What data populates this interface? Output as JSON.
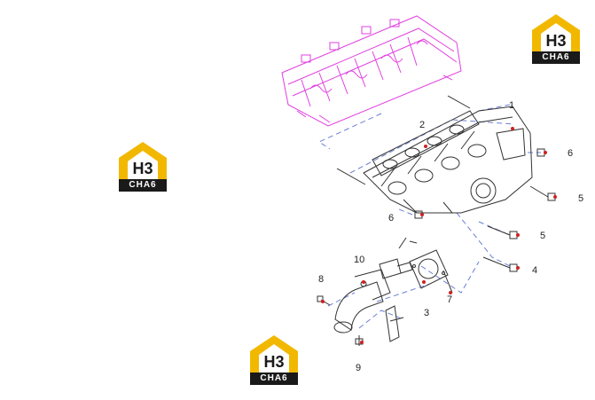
{
  "logos": [
    {
      "monogram": "H3",
      "brand": "CHA6"
    },
    {
      "monogram": "H3",
      "brand": "CHA6"
    },
    {
      "monogram": "H3",
      "brand": "CHA6"
    }
  ],
  "callouts": [
    "1",
    "2",
    "3",
    "4",
    "5",
    "5",
    "6",
    "6",
    "7",
    "8",
    "9",
    "10"
  ],
  "colors": {
    "logo_yellow": "#f2b800",
    "logo_black": "#1a1a1a",
    "head_magenta": "#e040e0",
    "leader_blue": "#6a7fd6",
    "line_art": "#333333",
    "bolt_marker": "#d02020"
  }
}
